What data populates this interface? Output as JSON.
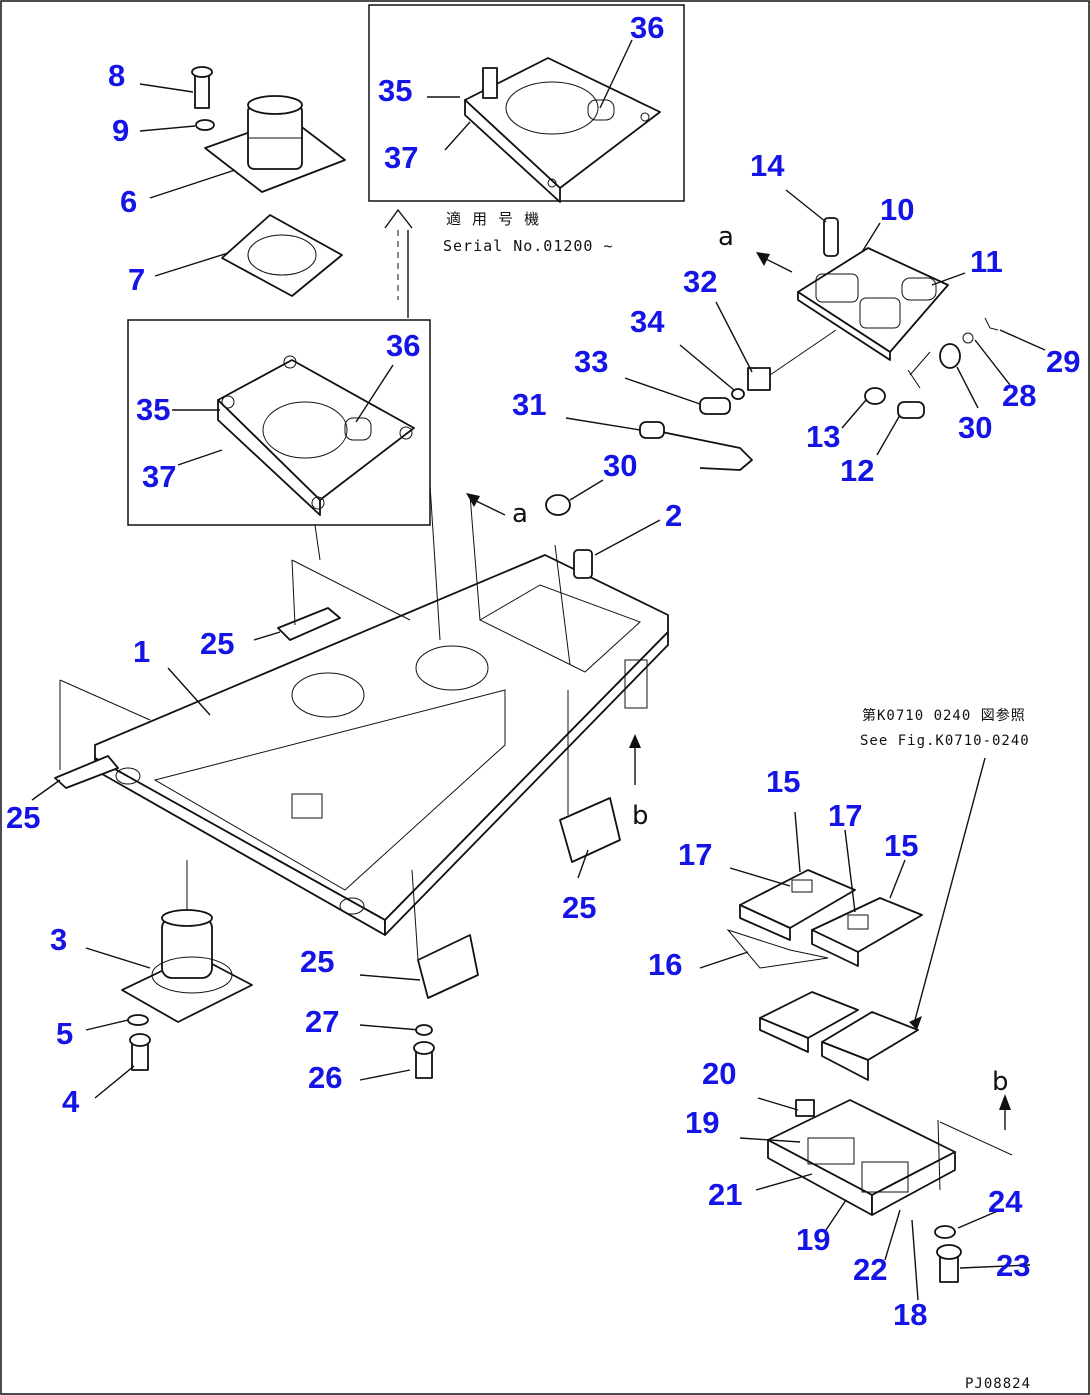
{
  "diagram": {
    "drawing_code": "PJ08824",
    "serial_note": {
      "jp": "適 用 号 機",
      "en": "Serial No.01200 ~"
    },
    "see_fig_note": {
      "jp": "第K0710 0240 図参照",
      "en": "See Fig.K0710-0240"
    },
    "view_marks": [
      "a",
      "a",
      "b",
      "b"
    ],
    "callouts": [
      {
        "id": "c8",
        "label": "8"
      },
      {
        "id": "c9",
        "label": "9"
      },
      {
        "id": "c6",
        "label": "6"
      },
      {
        "id": "c7",
        "label": "7"
      },
      {
        "id": "c35a",
        "label": "35"
      },
      {
        "id": "c37a",
        "label": "37"
      },
      {
        "id": "c36a",
        "label": "36"
      },
      {
        "id": "c35b",
        "label": "35"
      },
      {
        "id": "c37b",
        "label": "37"
      },
      {
        "id": "c36b",
        "label": "36"
      },
      {
        "id": "c14",
        "label": "14"
      },
      {
        "id": "c10",
        "label": "10"
      },
      {
        "id": "c11",
        "label": "11"
      },
      {
        "id": "c32",
        "label": "32"
      },
      {
        "id": "c34",
        "label": "34"
      },
      {
        "id": "c33",
        "label": "33"
      },
      {
        "id": "c31",
        "label": "31"
      },
      {
        "id": "c29",
        "label": "29"
      },
      {
        "id": "c28",
        "label": "28"
      },
      {
        "id": "c30a",
        "label": "30"
      },
      {
        "id": "c13",
        "label": "13"
      },
      {
        "id": "c12",
        "label": "12"
      },
      {
        "id": "c30b",
        "label": "30"
      },
      {
        "id": "c2",
        "label": "2"
      },
      {
        "id": "c25a",
        "label": "25"
      },
      {
        "id": "c1",
        "label": "1"
      },
      {
        "id": "c25b",
        "label": "25"
      },
      {
        "id": "c25c",
        "label": "25"
      },
      {
        "id": "c25d",
        "label": "25"
      },
      {
        "id": "c27",
        "label": "27"
      },
      {
        "id": "c26",
        "label": "26"
      },
      {
        "id": "c3",
        "label": "3"
      },
      {
        "id": "c5",
        "label": "5"
      },
      {
        "id": "c4",
        "label": "4"
      },
      {
        "id": "c15a",
        "label": "15"
      },
      {
        "id": "c17a",
        "label": "17"
      },
      {
        "id": "c17b",
        "label": "17"
      },
      {
        "id": "c15b",
        "label": "15"
      },
      {
        "id": "c16",
        "label": "16"
      },
      {
        "id": "c20",
        "label": "20"
      },
      {
        "id": "c19a",
        "label": "19"
      },
      {
        "id": "c21",
        "label": "21"
      },
      {
        "id": "c19b",
        "label": "19"
      },
      {
        "id": "c22",
        "label": "22"
      },
      {
        "id": "c18",
        "label": "18"
      },
      {
        "id": "c24",
        "label": "24"
      },
      {
        "id": "c23",
        "label": "23"
      }
    ]
  }
}
